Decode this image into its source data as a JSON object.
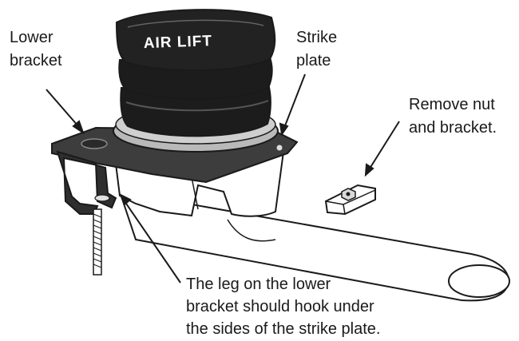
{
  "labels": {
    "lower_bracket": [
      "Lower",
      "bracket"
    ],
    "strike_plate": [
      "Strike",
      "plate"
    ],
    "remove_nut": [
      "Remove nut",
      "and bracket."
    ],
    "leg_note": [
      "The leg on the lower",
      "bracket should hook under",
      "the sides of the strike plate."
    ]
  },
  "brand_text": "AIR LIFT",
  "colors": {
    "ink": "#1a1a1a",
    "bag_dark": "#1c1c1c",
    "plate_gray": "#b9b9b9",
    "bracket_dark": "#3d3d3d",
    "frame_white": "#ffffff"
  }
}
